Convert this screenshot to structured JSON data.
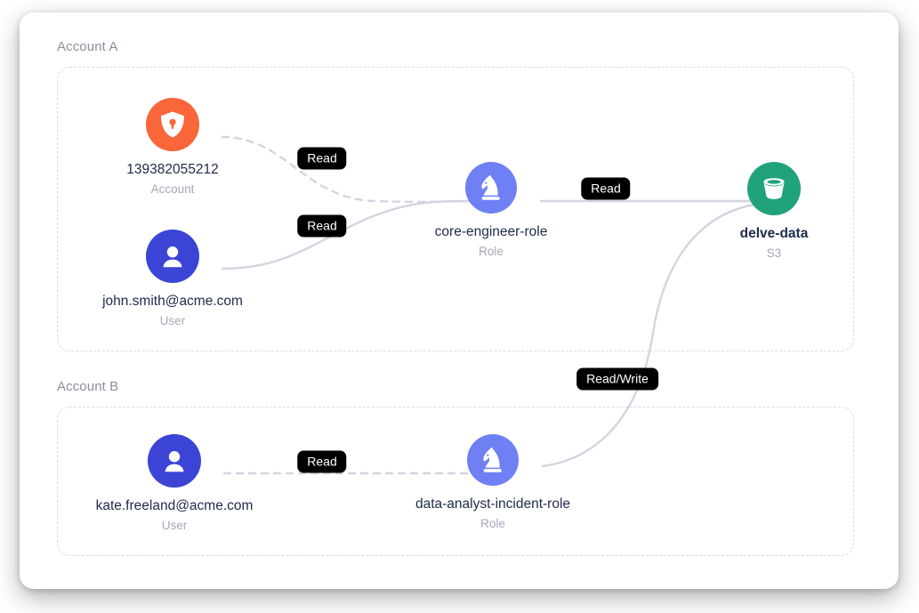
{
  "canvas": {
    "background": "#ffffff",
    "card_background": "#ffffff"
  },
  "colors": {
    "account_icon": "#f8663a",
    "user_icon": "#3b44d4",
    "role_icon": "#6f80f5",
    "bucket_icon": "#20a37c",
    "badge_bg": "#000000",
    "badge_text": "#ffffff",
    "node_title": "#202b4d",
    "node_subtitle": "#a5a9b8",
    "group_label": "#8b8f9c",
    "group_border": "#d7dae6",
    "edge_line": "#d2d5e0"
  },
  "groups": [
    {
      "id": "account-a",
      "label": "Account A"
    },
    {
      "id": "account-b",
      "label": "Account B"
    }
  ],
  "nodes": [
    {
      "id": "account-139382055212",
      "icon": "shield-lock-icon",
      "title": "139382055212",
      "subtitle": "Account",
      "bold": false,
      "color": "#f8663a"
    },
    {
      "id": "user-john-smith",
      "icon": "user-avatar-icon",
      "title": "john.smith@acme.com",
      "subtitle": "User",
      "bold": false,
      "color": "#3b44d4"
    },
    {
      "id": "role-core-engineer",
      "icon": "knight-chess-icon",
      "title": "core-engineer-role",
      "subtitle": "Role",
      "bold": false,
      "color": "#6f80f5"
    },
    {
      "id": "bucket-delve-data",
      "icon": "bucket-icon",
      "title": "delve-data",
      "subtitle": "S3",
      "bold": true,
      "color": "#20a37c"
    },
    {
      "id": "user-kate-freeland",
      "icon": "user-avatar-icon",
      "title": "kate.freeland@acme.com",
      "subtitle": "User",
      "bold": false,
      "color": "#3b44d4"
    },
    {
      "id": "role-data-analyst-incident",
      "icon": "knight-chess-icon",
      "title": "data-analyst-incident-role",
      "subtitle": "Role",
      "bold": false,
      "color": "#6f80f5"
    }
  ],
  "edges": [
    {
      "id": "edge-account-to-core-role",
      "from": "account-139382055212",
      "to": "role-core-engineer",
      "label": "Read",
      "style": "dashed"
    },
    {
      "id": "edge-john-to-core-role",
      "from": "user-john-smith",
      "to": "role-core-engineer",
      "label": "Read",
      "style": "solid"
    },
    {
      "id": "edge-core-role-to-bucket",
      "from": "role-core-engineer",
      "to": "bucket-delve-data",
      "label": "Read",
      "style": "solid"
    },
    {
      "id": "edge-kate-to-analyst-role",
      "from": "user-kate-freeland",
      "to": "role-data-analyst-incident",
      "label": "Read",
      "style": "dashed"
    },
    {
      "id": "edge-analyst-role-to-bucket",
      "from": "role-data-analyst-incident",
      "to": "bucket-delve-data",
      "label": "Read/Write",
      "style": "solid"
    }
  ]
}
